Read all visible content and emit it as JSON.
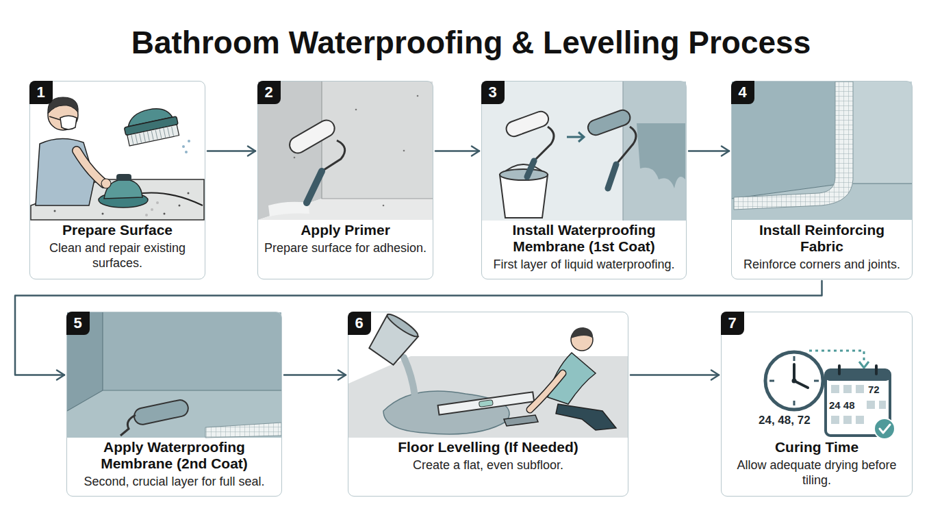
{
  "diagram": {
    "title": "Bathroom Waterproofing & Levelling Process",
    "nodes": [
      {
        "text": [
          "Prepare Surface",
          "Clean and repair existing surfaces."
        ]
      },
      {
        "text": [
          "1"
        ],
        "in": 0
      },
      {
        "text": [
          "Apply Primer",
          "Prepare surface for adhesion."
        ]
      },
      {
        "text": [
          "2"
        ],
        "in": 2
      },
      {
        "text": [
          "Install Waterproofing Membrane (1st Coat)",
          "First layer of liquid waterproofing."
        ]
      },
      {
        "text": [
          "3"
        ],
        "in": 4
      },
      {
        "text": [
          "Install Reinforcing Fabric",
          "Reinforce corners and joints."
        ]
      },
      {
        "text": [
          "4"
        ],
        "in": 6
      },
      {
        "text": [
          "Apply Waterproofing Membrane (2nd Coat)",
          "Second, crucial layer for full seal."
        ]
      },
      {
        "text": [
          "5"
        ],
        "in": 8
      },
      {
        "text": [
          "Floor Levelling (If Needed)",
          "Create a flat, even subfloor."
        ]
      },
      {
        "text": [
          "6"
        ],
        "in": 10
      },
      {
        "text": [
          "Curing Time",
          "Allow adequate drying before tiling."
        ]
      },
      {
        "text": [
          "7"
        ],
        "in": 12
      }
    ],
    "edges": [
      {
        "from": 0,
        "to": 2,
        "arrow": "to"
      },
      {
        "from": 2,
        "to": 4,
        "arrow": "to"
      },
      {
        "from": 4,
        "to": 6,
        "arrow": "to"
      },
      {
        "from": 6,
        "to": 8,
        "arrow": "to"
      },
      {
        "from": 8,
        "to": 10,
        "arrow": "to"
      },
      {
        "from": 10,
        "to": 12,
        "arrow": "to"
      }
    ],
    "labels": [
      "24, 48, 72",
      "72",
      "24 48"
    ]
  }
}
